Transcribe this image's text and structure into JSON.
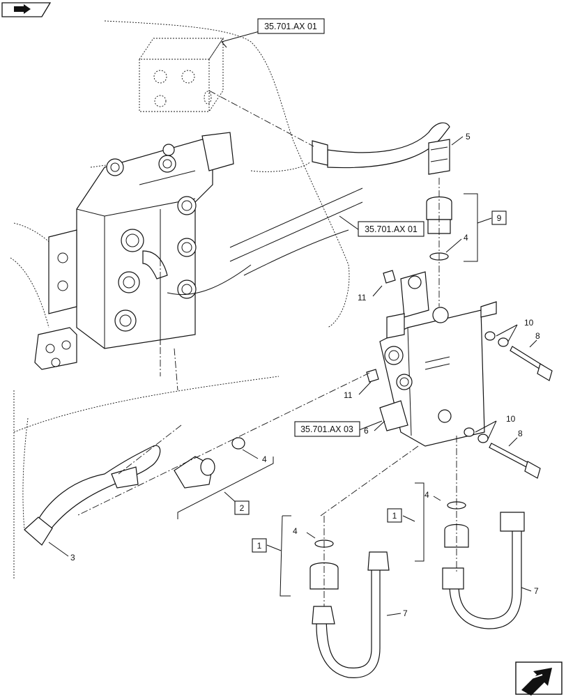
{
  "nav_icons": {
    "top_left": "book-arrow-icon",
    "bottom_right": "next-page-arrow-icon"
  },
  "references": {
    "ref_top": "35.701.AX 01",
    "ref_mid": "35.701.AX 01",
    "ref_valve": "35.701.AX 03"
  },
  "kit_boxes": {
    "kit_9": "9",
    "kit_2": "2",
    "kit_1_left": "1",
    "kit_1_right": "1"
  },
  "callouts": {
    "c5": "5",
    "c4_top": "4",
    "c11_top": "11",
    "c10_top": "10",
    "c8_top": "8",
    "c11_bot": "11",
    "c6": "6",
    "c10_bot": "10",
    "c8_bot": "8",
    "c4_left": "4",
    "c3": "3",
    "c4_r1": "4",
    "c4_r2": "4",
    "c7_left": "7",
    "c7_right": "7"
  }
}
